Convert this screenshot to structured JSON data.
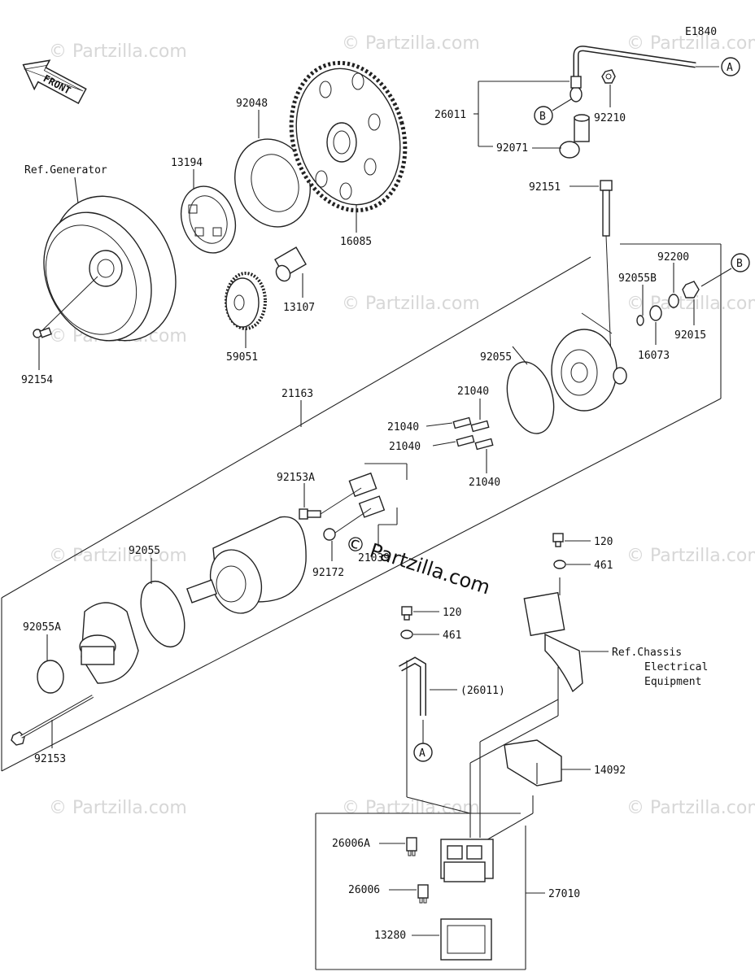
{
  "diagram_code": "E1840",
  "front_label": "FRONT",
  "watermark": "© Partzilla.com",
  "center_watermark": "© Partzilla.com",
  "callouts": {
    "A": "A",
    "B": "B"
  },
  "ref_labels": {
    "generator": "Ref.Generator",
    "chassis_1": "Ref.Chassis",
    "chassis_2": "Electrical",
    "chassis_3": "Equipment"
  },
  "part_numbers": {
    "p26011": "26011",
    "p92210": "92210",
    "p92071": "92071",
    "p92048": "92048",
    "p13194": "13194",
    "p16085": "16085",
    "p13107": "13107",
    "p59051": "59051",
    "p92154": "92154",
    "p92151": "92151",
    "p92200": "92200",
    "p92055B": "92055B",
    "p92015": "92015",
    "p16073": "16073",
    "p92055_top": "92055",
    "p21163": "21163",
    "p21040_a": "21040",
    "p21040_b": "21040",
    "p21040_c": "21040",
    "p21040_d": "21040",
    "p92153A": "92153A",
    "p92172": "92172",
    "p21039": "21039",
    "p92055_left": "92055",
    "p92055A": "92055A",
    "p92153": "92153",
    "p120_a": "120",
    "p461_a": "461",
    "p120_b": "120",
    "p461_b": "461",
    "p26011_paren": "(26011)",
    "p14092": "14092",
    "p26006A": "26006A",
    "p26006": "26006",
    "p27010": "27010",
    "p13280": "13280"
  }
}
